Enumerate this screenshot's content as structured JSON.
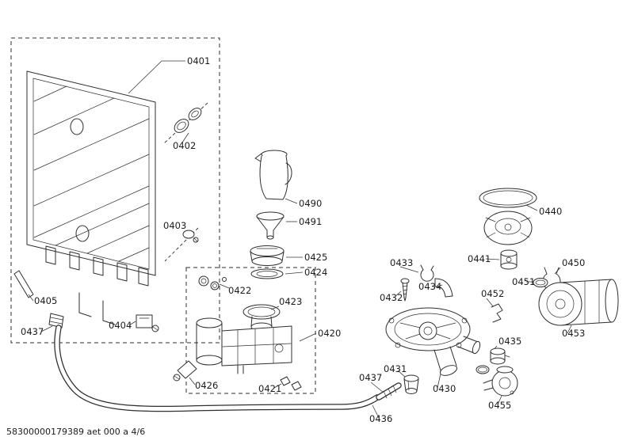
{
  "diagram": {
    "title_context": "exploded-parts-diagram",
    "ink_color": "#2e2e2e",
    "footer": "58300000179389 aet 000 a 4/6",
    "labels": {
      "0401": "0401",
      "0402": "0402",
      "0403": "0403",
      "0404": "0404",
      "0405": "0405",
      "0420": "0420",
      "0421": "0421",
      "0422": "0422",
      "0423": "0423",
      "0424": "0424",
      "0425": "0425",
      "0426": "0426",
      "0430": "0430",
      "0431": "0431",
      "0432": "0432",
      "0433": "0433",
      "0434": "0434",
      "0435": "0435",
      "0436": "0436",
      "0437_left": "0437",
      "0437_bottom": "0437",
      "0440": "0440",
      "0441": "0441",
      "0450": "0450",
      "0451": "0451",
      "0452": "0452",
      "0453": "0453",
      "0455": "0455",
      "0490": "0490",
      "0491": "0491"
    }
  }
}
